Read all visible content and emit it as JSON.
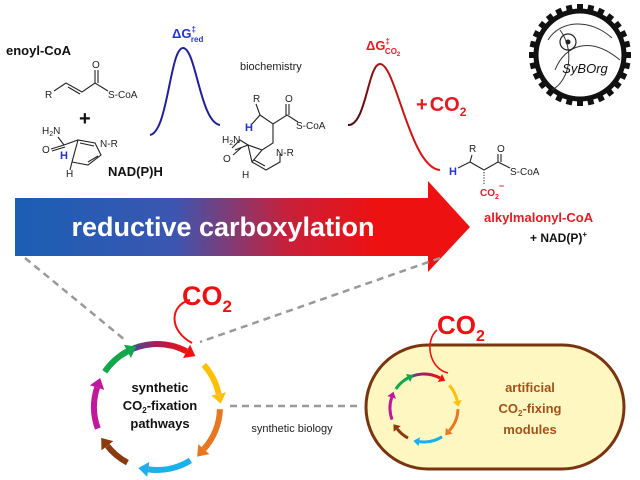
{
  "reactants": {
    "enoyl_coa_label": "enoyl-CoA",
    "plus": "+",
    "nadph_label": "NAD(P)H",
    "atoms": {
      "R": "R",
      "O": "O",
      "S_CoA": "S-CoA",
      "H2N_H": "H",
      "H2N_2": "2",
      "H2N_N": "N",
      "N": "N",
      "N_R": "-R",
      "H_blue": "H",
      "H": "H"
    }
  },
  "barrier_reduction": {
    "delta_g": "ΔG",
    "dagger": "‡",
    "sub": "red",
    "color": "#2222bb"
  },
  "intermediate": {
    "label": "biochemistry",
    "atoms": {
      "R": "R",
      "O": "O",
      "S_CoA": "S-CoA",
      "H_blue": "H",
      "H2N_H": "H",
      "H2N_2": "2",
      "H2N_N": "N",
      "O2": "O",
      "N": "N",
      "N_R": "-R",
      "H": "H"
    }
  },
  "barrier_carboxylation": {
    "delta_g": "ΔG",
    "dagger": "‡",
    "sub": "CO",
    "sub2": "2",
    "color": "#e31b23"
  },
  "plus_co2": {
    "plus": "+",
    "co": "CO",
    "sub": "2"
  },
  "product": {
    "atoms": {
      "R": "R",
      "O": "O",
      "S_CoA": "S-CoA",
      "H_blue": "H",
      "CO": "CO",
      "sub": "2",
      "charge": "−"
    },
    "label": "alkylmalonyl-CoA",
    "coproduct": "+ NAD(P)",
    "coproduct_sup": "+"
  },
  "main_arrow": {
    "label": "reductive carboxylation",
    "color_start": "#1a5fb4",
    "color_end": "#ee1111"
  },
  "logo": {
    "text": "SyBOrg"
  },
  "cycle_left": {
    "co2": "CO",
    "co2_sub": "2",
    "line1": "synthetic",
    "line2_a": "CO",
    "line2_sub": "2",
    "line2_b": "-fixation",
    "line3": "pathways"
  },
  "link_label": "synthetic biology",
  "cell_module": {
    "co2": "CO",
    "co2_sub": "2",
    "line1": "artificial",
    "line2_a": "CO",
    "line2_sub": "2",
    "line2_b": "-fixing",
    "line3": "modules",
    "fill": "#fff7c2",
    "border": "#7a3510",
    "text_color": "#a0521a"
  },
  "cycle_colors": [
    "gradient",
    "#ffc000",
    "#e87722",
    "#1ab0ea",
    "#8b3a0f",
    "#c0189a",
    "#12a84a"
  ]
}
